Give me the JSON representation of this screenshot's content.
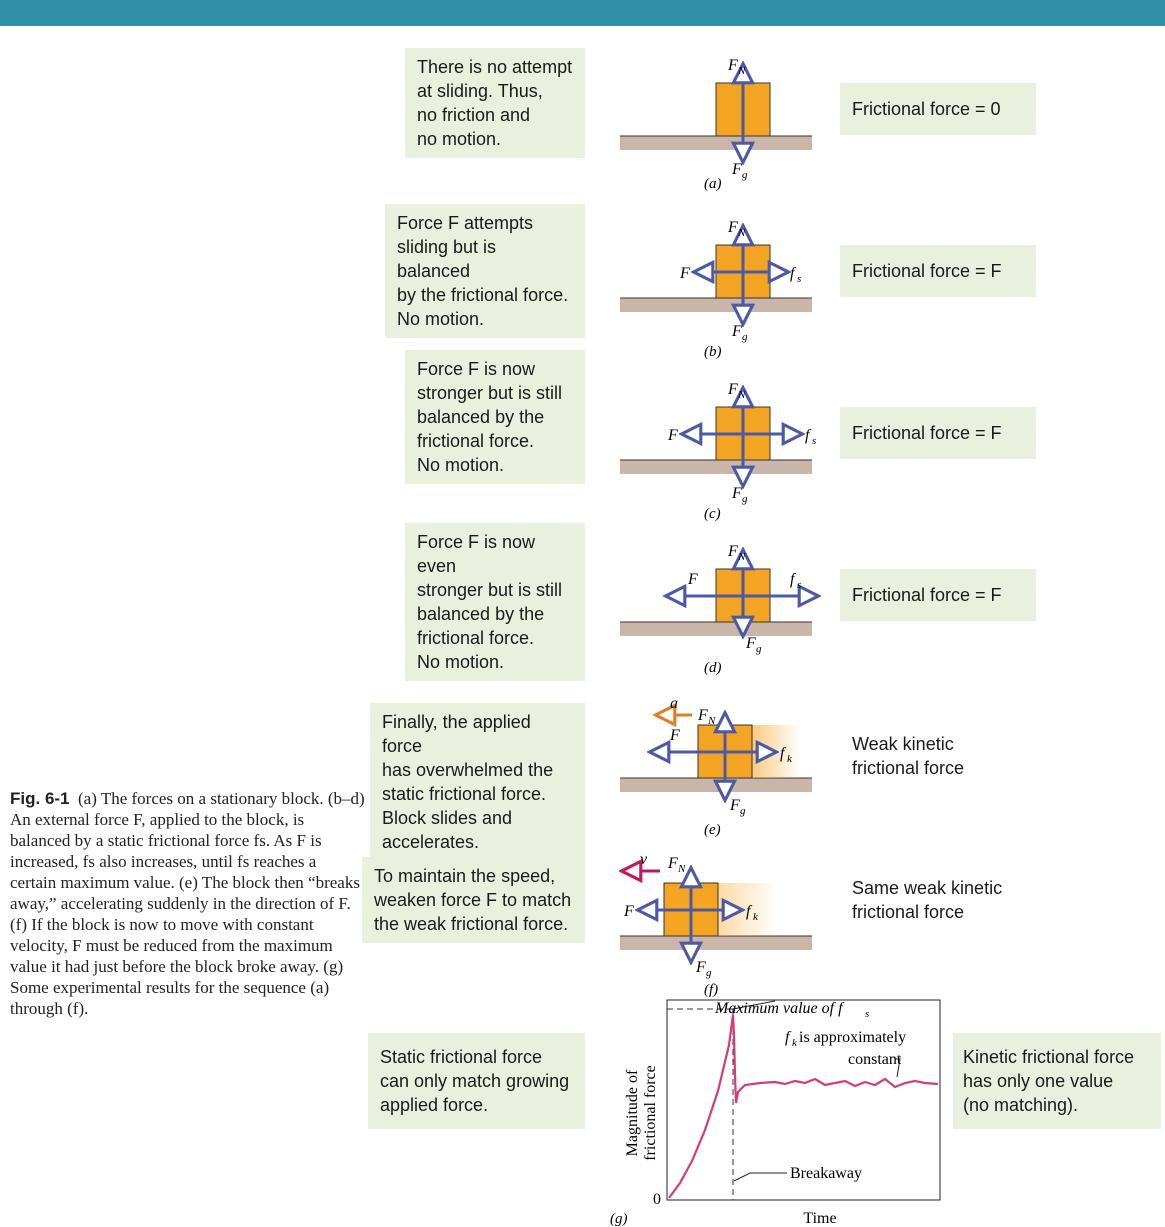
{
  "colors": {
    "bar": "#2f8fa6",
    "note_bg": "#eaf0de",
    "block": "#f4a423",
    "ground": "#c9b5a9",
    "arrow": "#4c5aa6",
    "accel": "#e27d22",
    "velocity": "#c2185b",
    "curve": "#d63a78"
  },
  "panels": [
    {
      "id": "a",
      "note": [
        "There is no attempt",
        "at sliding. Thus,",
        "no friction and",
        "no motion."
      ],
      "result": [
        "Frictional force = 0"
      ],
      "label": "(a)"
    },
    {
      "id": "b",
      "note": [
        "Force F attempts",
        "sliding but is balanced",
        "by the frictional force.",
        "No motion."
      ],
      "result": [
        "Frictional force = F"
      ],
      "label": "(b)"
    },
    {
      "id": "c",
      "note": [
        "Force F is now",
        "stronger but is still",
        "balanced by the",
        "frictional force.",
        "No motion."
      ],
      "result": [
        "Frictional force = F"
      ],
      "label": "(c)"
    },
    {
      "id": "d",
      "note": [
        "Force F is now even",
        "stronger but is still",
        "balanced by the",
        "frictional force.",
        "No motion."
      ],
      "result": [
        "Frictional force = F"
      ],
      "label": "(d)"
    },
    {
      "id": "e",
      "note": [
        "Finally, the applied force",
        "has overwhelmed the",
        "static frictional force.",
        "Block slides and",
        "accelerates."
      ],
      "result": [
        "Weak kinetic",
        "frictional force"
      ],
      "label": "(e)"
    },
    {
      "id": "f",
      "note": [
        "To maintain the speed,",
        "weaken force F to match",
        "the weak frictional force."
      ],
      "result": [
        "Same weak kinetic",
        "frictional force"
      ],
      "label": "(f)"
    }
  ],
  "vectors": {
    "FN": "F",
    "FN_sub": "N",
    "Fg": "F",
    "Fg_sub": "g",
    "F": "F",
    "fs": "f",
    "fs_sub": "s",
    "fk": "f",
    "fk_sub": "k",
    "a": "a",
    "v": "v"
  },
  "graph": {
    "left_note": [
      "Static frictional force",
      "can only match growing",
      "applied force."
    ],
    "right_note": [
      "Kinetic frictional force",
      "has only one value",
      "(no matching)."
    ],
    "ylabel_line1": "Magnitude of",
    "ylabel_line2": "frictional force",
    "xlabel": "Time",
    "zero": "0",
    "label": "(g)",
    "max_label": "Maximum value of f",
    "max_sub": "s",
    "fk_label": "f",
    "fk_sub": "k",
    "fk_rest": " is approximately",
    "fk_line2": "constant",
    "breakaway": "Breakaway"
  },
  "caption": {
    "title": "Fig. 6-1",
    "text": "(a) The forces on a stationary block. (b–d) An external force F, applied to the block, is balanced by a static frictional force fs. As F is increased, fs also increases, until fs reaches a certain maximum value. (e) The block then “breaks away,” accelerating suddenly in the direction of F. (f) If the block is now to move with constant velocity, F must be reduced from the maximum value it had just before the block broke away. (g) Some experimental results for the sequence (a) through (f)."
  }
}
